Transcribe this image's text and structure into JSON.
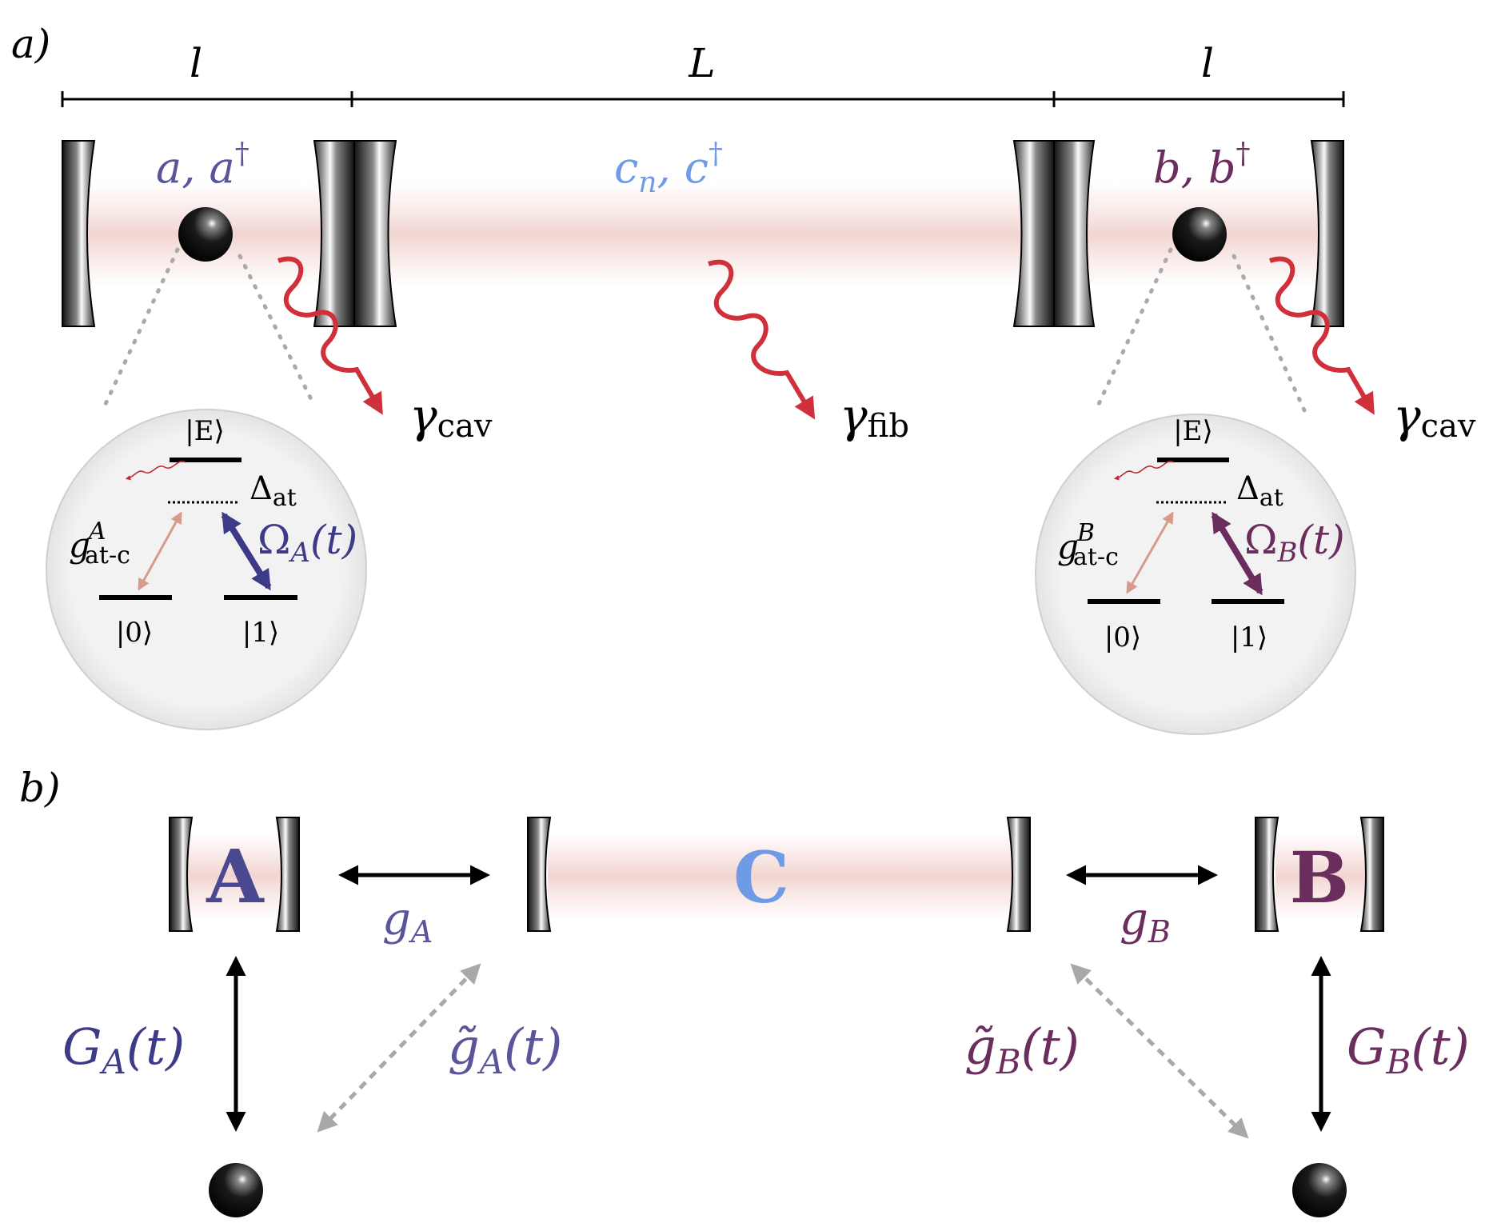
{
  "panel_a": {
    "label": "a)",
    "dim_left": "l",
    "dim_center": "L",
    "dim_right": "l",
    "mode_a": "a, a",
    "mode_a_dagger": "†",
    "mode_c": "c",
    "mode_c_sub": "n",
    "mode_c_sep": ", c",
    "mode_c_dagger": "†",
    "mode_b": "b, b",
    "mode_b_dagger": "†",
    "loss_cav": "γ",
    "loss_cav_sub": "cav",
    "loss_fib": "γ",
    "loss_fib_sub": "fib",
    "inset_a": {
      "level_e": "|E⟩",
      "level_0": "|0⟩",
      "level_1": "|1⟩",
      "detuning": "Δ",
      "detuning_sub": "at",
      "coupling": "g",
      "coupling_sup": "A",
      "coupling_sub": "at-c",
      "drive": "Ω",
      "drive_sub": "A",
      "drive_arg": "(t)"
    },
    "inset_b": {
      "level_e": "|E⟩",
      "level_0": "|0⟩",
      "level_1": "|1⟩",
      "detuning": "Δ",
      "detuning_sub": "at",
      "coupling": "g",
      "coupling_sup": "B",
      "coupling_sub": "at-c",
      "drive": "Ω",
      "drive_sub": "B",
      "drive_arg": "(t)"
    }
  },
  "panel_b": {
    "label": "b)",
    "cavity_a": "A",
    "cavity_c": "C",
    "cavity_b": "B",
    "coupling_a": "g",
    "coupling_a_sub": "A",
    "coupling_b": "g",
    "coupling_b_sub": "B",
    "big_g_a": "G",
    "big_g_a_sub": "A",
    "big_g_a_arg": "(t)",
    "big_g_b": "G",
    "big_g_b_sub": "B",
    "big_g_b_arg": "(t)",
    "tilde_g_a": "g̃",
    "tilde_g_a_sub": "A",
    "tilde_g_a_arg": "(t)",
    "tilde_g_b": "g̃",
    "tilde_g_b_sub": "B",
    "tilde_g_b_arg": "(t)"
  },
  "colors": {
    "purple_a": "#3e3a8a",
    "purple_a_light": "#5a559a",
    "purple_b": "#6b2c5e",
    "blue_c": "#6f9be6",
    "red": "#d0303a",
    "gray": "#a8a8a8",
    "inset_bg": "#f2f2f2"
  }
}
